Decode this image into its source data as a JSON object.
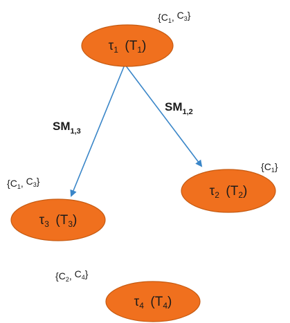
{
  "colors": {
    "node_fill": "#f0701e",
    "edge": "#3a86c8"
  },
  "nodes": [
    {
      "id": "t1",
      "symbol": "τ",
      "sub": "1",
      "paren_letter": "T",
      "paren_sub": "1",
      "set": [
        {
          "letter": "C",
          "sub": "1"
        },
        {
          "letter": "C",
          "sub": "3"
        }
      ]
    },
    {
      "id": "t2",
      "symbol": "τ",
      "sub": "2",
      "paren_letter": "T",
      "paren_sub": "2",
      "set": [
        {
          "letter": "C",
          "sub": "1"
        }
      ]
    },
    {
      "id": "t3",
      "symbol": "τ",
      "sub": "3",
      "paren_letter": "T",
      "paren_sub": "3",
      "set": [
        {
          "letter": "C",
          "sub": "1"
        },
        {
          "letter": "C",
          "sub": "3"
        }
      ]
    },
    {
      "id": "t4",
      "symbol": "τ",
      "sub": "4",
      "paren_letter": "T",
      "paren_sub": "4",
      "set": [
        {
          "letter": "C",
          "sub": "2"
        },
        {
          "letter": "C",
          "sub": "4"
        }
      ]
    }
  ],
  "edges": [
    {
      "from": "t1",
      "to": "t3",
      "label": "SM",
      "label_sub": "1,3"
    },
    {
      "from": "t1",
      "to": "t2",
      "label": "SM",
      "label_sub": "1,2"
    }
  ]
}
